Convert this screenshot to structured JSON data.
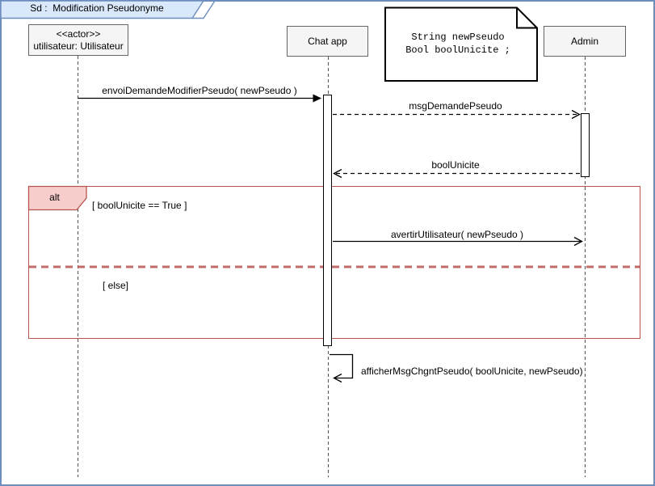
{
  "colors": {
    "frame_border": "#6c8ebf",
    "frame_title_fill": "#dae8fc",
    "participant_fill": "#f5f5f5",
    "participant_border": "#666666",
    "note_fill": "#ffffff",
    "note_border": "#000000",
    "alt_border": "#b85450",
    "alt_label_fill": "#f8cecc",
    "message_line": "#000000"
  },
  "diagram": {
    "title": "Sd :  Modification Pseudonyme",
    "participants": {
      "utilisateur": {
        "stereotype": "<<actor>>",
        "name": "utilisateur: Utilisateur"
      },
      "chatapp": {
        "name": "Chat app"
      },
      "admin": {
        "name": "Admin"
      }
    },
    "note": {
      "line1": "String newPseudo",
      "line2": "Bool boolUnicite ;"
    },
    "messages": {
      "envoiDemande": {
        "label": "envoiDemandeModifierPseudo( newPseudo )",
        "from": "utilisateur",
        "to": "Chat app",
        "line": "solid",
        "arrowhead": "filled"
      },
      "msgDemandePseudo": {
        "label": "msgDemandePseudo",
        "from": "Chat app",
        "to": "Admin",
        "line": "dashed",
        "arrowhead": "open"
      },
      "boolUnicite": {
        "label": "boolUnicite",
        "from": "Admin",
        "to": "Chat app",
        "line": "dashed",
        "arrowhead": "open"
      },
      "avertirUtilisateur": {
        "label": "avertirUtilisateur( newPseudo )",
        "from": "Chat app",
        "to": "Admin",
        "line": "solid",
        "arrowhead": "open"
      },
      "afficherMsg": {
        "label": "afficherMsgChgntPseudo( boolUnicite, newPseudo)",
        "from": "Chat app",
        "to": "Chat app",
        "line": "self",
        "arrowhead": "open"
      }
    },
    "alt": {
      "operator": "alt",
      "guard_true": "[ boolUnicite == True ]",
      "guard_else": "[ else]"
    }
  }
}
